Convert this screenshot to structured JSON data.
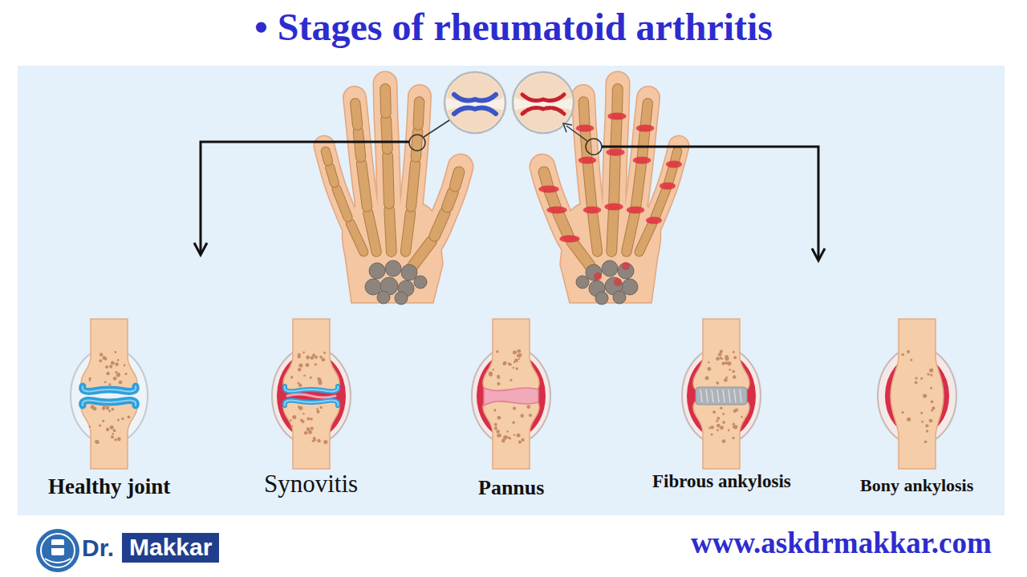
{
  "diagram": {
    "title": "• Stages of rheumatoid arthritis",
    "nodes": [
      {
        "text": [
          "Healthy joint"
        ]
      },
      {
        "text": [
          "Synovitis"
        ]
      },
      {
        "text": [
          "Pannus"
        ]
      },
      {
        "text": [
          "Fibrous ankylosis"
        ]
      },
      {
        "text": [
          "Bony ankylosis"
        ]
      }
    ],
    "labels": [
      "Dr.",
      "Makkar",
      "www.askdrmakkar.com"
    ]
  }
}
